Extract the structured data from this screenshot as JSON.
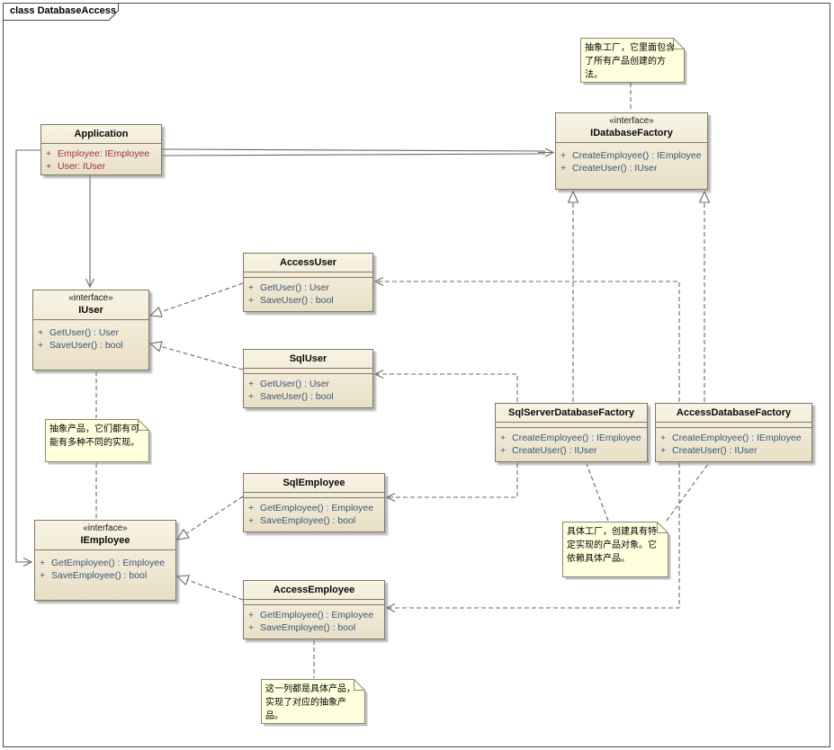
{
  "frame": {
    "title": "class DatabaseAccess"
  },
  "classes": [
    {
      "name": "Application",
      "stereotype": "",
      "members": [
        {
          "vis": "+",
          "text": "Employee:  IEmployee"
        },
        {
          "vis": "+",
          "text": "User:  IUser"
        }
      ]
    },
    {
      "name": "IDatabaseFactory",
      "stereotype": "«interface»",
      "members": [
        {
          "vis": "+",
          "text": "CreateEmployee() : IEmployee"
        },
        {
          "vis": "+",
          "text": "CreateUser() : IUser"
        }
      ]
    },
    {
      "name": "AccessUser",
      "stereotype": "",
      "members": [
        {
          "vis": "+",
          "text": "GetUser() : User"
        },
        {
          "vis": "+",
          "text": "SaveUser() : bool"
        }
      ]
    },
    {
      "name": "IUser",
      "stereotype": "«interface»",
      "members": [
        {
          "vis": "+",
          "text": "GetUser() : User"
        },
        {
          "vis": "+",
          "text": "SaveUser() : bool"
        }
      ]
    },
    {
      "name": "SqlUser",
      "stereotype": "",
      "members": [
        {
          "vis": "+",
          "text": "GetUser() : User"
        },
        {
          "vis": "+",
          "text": "SaveUser() : bool"
        }
      ]
    },
    {
      "name": "SqlServerDatabaseFactory",
      "stereotype": "",
      "members": [
        {
          "vis": "+",
          "text": "CreateEmployee() : IEmployee"
        },
        {
          "vis": "+",
          "text": "CreateUser() : IUser"
        }
      ]
    },
    {
      "name": "AccessDatabaseFactory",
      "stereotype": "",
      "members": [
        {
          "vis": "+",
          "text": "CreateEmployee() : IEmployee"
        },
        {
          "vis": "+",
          "text": "CreateUser() : IUser"
        }
      ]
    },
    {
      "name": "SqlEmployee",
      "stereotype": "",
      "members": [
        {
          "vis": "+",
          "text": "GetEmployee() : Employee"
        },
        {
          "vis": "+",
          "text": "SaveEmployee() : bool"
        }
      ]
    },
    {
      "name": "IEmployee",
      "stereotype": "«interface»",
      "members": [
        {
          "vis": "+",
          "text": "GetEmployee() : Employee"
        },
        {
          "vis": "+",
          "text": "SaveEmployee() : bool"
        }
      ]
    },
    {
      "name": "AccessEmployee",
      "stereotype": "",
      "members": [
        {
          "vis": "+",
          "text": "GetEmployee() : Employee"
        },
        {
          "vis": "+",
          "text": "SaveEmployee() : bool"
        }
      ]
    }
  ],
  "notes": [
    {
      "text": "抽象工厂，它里面包含了所有产品创建的方法。"
    },
    {
      "text": "抽象产品，它们都有可能有多种不同的实现。"
    },
    {
      "text": "具体工厂，创建具有特定实现的产品对象。它依赖具体产品。"
    },
    {
      "text": "这一列都是具体产品，实现了对应的抽象产品。"
    }
  ],
  "colors": {
    "class_fill": "#F3ECDA",
    "class_border": "#7E7965",
    "note_fill": "#FFFFDE",
    "attribute_text": "#9E3039",
    "operation_text": "#3A5677",
    "connector": "#6B6B60"
  }
}
